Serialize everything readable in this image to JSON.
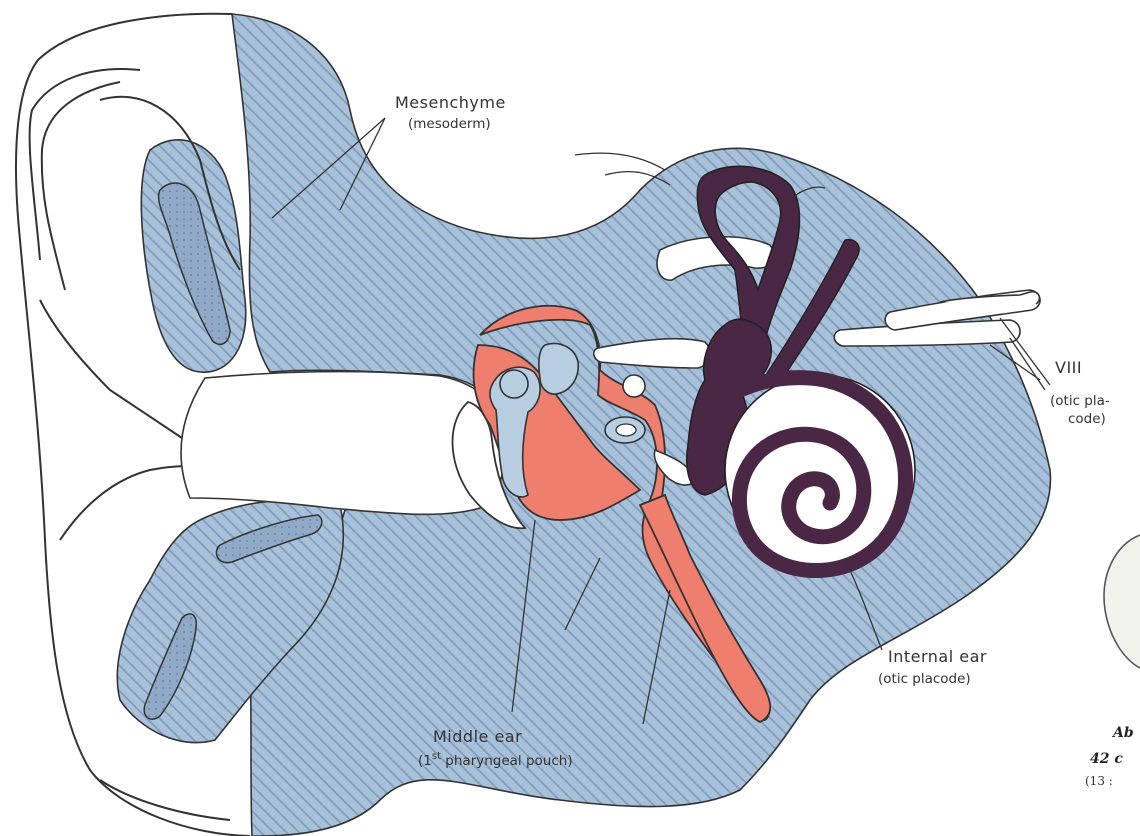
{
  "labels": {
    "mesenchyme": "Mesenchyme",
    "mesenchyme_sub": "(mesoderm)",
    "viii": "VIII",
    "viii_sub1": "(otic pla-",
    "viii_sub2": "code)",
    "internal_ear": "Internal ear",
    "internal_ear_sub": "(otic placode)",
    "middle_ear": "Middle ear",
    "middle_ear_sub_pre": "(1",
    "middle_ear_sub_sup": "st",
    "middle_ear_sub_post": " pharyngeal pouch)"
  },
  "caption_fragments": {
    "line1": "Ab",
    "line2": "42 c",
    "line3": "(13 :"
  },
  "colors": {
    "mesenchyme_fill": "#a9c1d8",
    "mesenchyme_hatch": "#6f8fb4",
    "middle_ear_fill": "#ee7e6e",
    "internal_ear_fill": "#4a2745",
    "line": "#333333"
  }
}
